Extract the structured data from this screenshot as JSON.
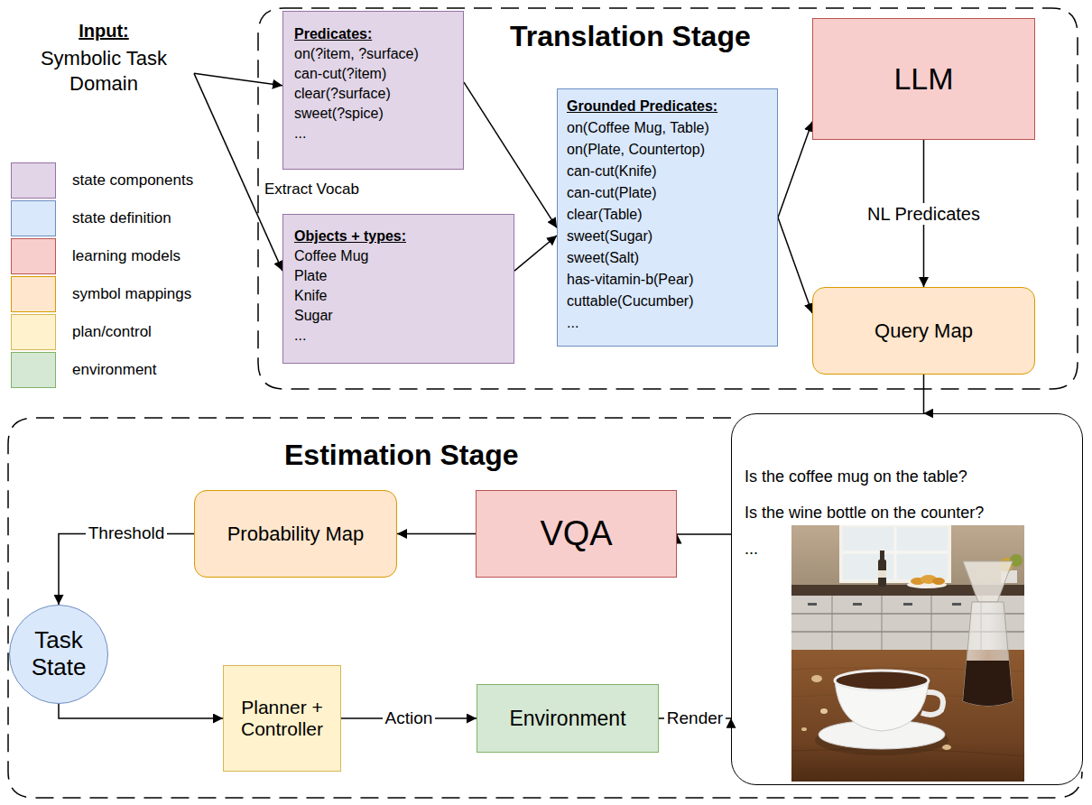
{
  "diagram": {
    "nodes": [
      {
        "text": [
          "Input:",
          "Symbolic Task Domain"
        ]
      },
      {
        "text": [
          "Translation Stage"
        ]
      },
      {
        "text": [
          "Predicates:",
          "on(?item, ?surface)",
          "can-cut(?item)",
          "clear(?surface)",
          "sweet(?spice)",
          "..."
        ],
        "in": 1
      },
      {
        "text": [
          "Objects + types:",
          "Coffee Mug",
          "Plate",
          "Knife",
          "Sugar",
          "..."
        ],
        "in": 1
      },
      {
        "text": [
          "Grounded Predicates:",
          "on(Coffee Mug, Table)",
          "on(Plate, Countertop)",
          "can-cut(Knife)",
          "can-cut(Plate)",
          "clear(Table)",
          "sweet(Sugar)",
          "sweet(Salt)",
          "has-vitamin-b(Pear)",
          "cuttable(Cucumber)",
          "..."
        ],
        "in": 1
      },
      {
        "text": [
          "LLM"
        ],
        "in": 1
      },
      {
        "text": [
          "Query Map"
        ],
        "in": 1
      },
      {
        "text": [
          "Estimation Stage"
        ]
      },
      {
        "text": [
          "Is the coffee mug on the table?",
          "Is the wine bottle on the counter?",
          "..."
        ],
        "in": 7
      },
      {
        "text": [
          "VQA"
        ],
        "in": 7
      },
      {
        "text": [
          "Probability Map"
        ],
        "in": 7
      },
      {
        "text": [
          "Task State"
        ],
        "in": 7
      },
      {
        "text": [
          "Planner + Controller"
        ],
        "in": 7
      },
      {
        "text": [
          "Environment"
        ],
        "in": 7
      }
    ],
    "edges": [
      {
        "from": 0,
        "to": 2,
        "arrow": "to"
      },
      {
        "from": 0,
        "to": 3,
        "arrow": "to",
        "label": "Extract Vocab"
      },
      {
        "from": 2,
        "to": 4,
        "arrow": "to"
      },
      {
        "from": 3,
        "to": 4,
        "arrow": "to"
      },
      {
        "from": 4,
        "to": 5,
        "arrow": "to"
      },
      {
        "from": 4,
        "to": 6,
        "arrow": "to"
      },
      {
        "from": 5,
        "to": 6,
        "arrow": "to",
        "label": "NL Predicates"
      },
      {
        "from": 6,
        "to": 8,
        "arrow": "to"
      },
      {
        "from": 8,
        "to": 9,
        "arrow": "to"
      },
      {
        "from": 9,
        "to": 10,
        "arrow": "to"
      },
      {
        "from": 10,
        "to": 11,
        "arrow": "to",
        "label": "Threshold"
      },
      {
        "from": 11,
        "to": 12,
        "arrow": "to"
      },
      {
        "from": 12,
        "to": 13,
        "arrow": "to",
        "label": "Action"
      },
      {
        "from": 13,
        "to": 8,
        "arrow": "to",
        "label": "Render"
      }
    ],
    "legend": [
      {
        "text": "state components",
        "color": "#e1d5e7"
      },
      {
        "text": "state definition",
        "color": "#dae8fc"
      },
      {
        "text": "learning models",
        "color": "#f8cecc"
      },
      {
        "text": "symbol mappings",
        "color": "#ffe6cc"
      },
      {
        "text": "plan/control",
        "color": "#fff2cc"
      },
      {
        "text": "environment",
        "color": "#d5e8d4"
      }
    ]
  }
}
